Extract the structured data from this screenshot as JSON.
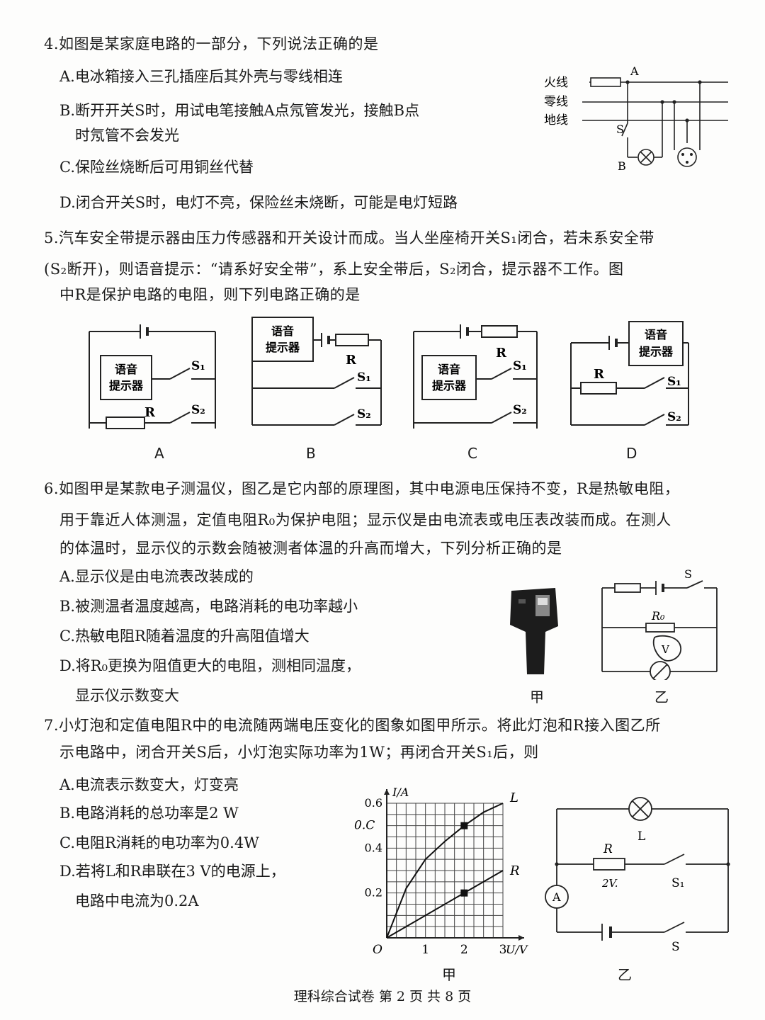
{
  "q4": {
    "stem": "4.如图是某家庭电路的一部分，下列说法正确的是",
    "options": [
      "A.电冰箱接入三孔插座后其外壳与零线相连",
      "B.断开开关S时，用试电笔接触A点氖管发光，接触B点",
      "时氖管不会发光",
      "C.保险丝烧断后可用铜丝代替",
      "D.闭合开关S时，电灯不亮，保险丝未烧断，可能是电灯短路"
    ],
    "diagram": {
      "live": "火线",
      "neutral": "零线",
      "ground": "地线",
      "point_a": "A",
      "point_b": "B",
      "switch": "S"
    }
  },
  "q5": {
    "lines": [
      "5.汽车安全带提示器由压力传感器和开关设计而成。当人坐座椅开关S₁闭合，若未系安全带",
      "(S₂断开)，则语音提示：“请系好安全带”，系上安全带后，S₂闭合，提示器不工作。图",
      "中R是保护电路的电阻，则下列电路正确的是"
    ],
    "device_line1": "语音",
    "device_line2": "提示器",
    "resistor": "R",
    "s1": "S₁",
    "s2": "S₂",
    "captions": [
      "A",
      "B",
      "C",
      "D"
    ]
  },
  "q6": {
    "lines": [
      "6.如图甲是某款电子测温仪，图乙是它内部的原理图，其中电源电压保持不变，R是热敏电阻，",
      "用于靠近人体测温，定值电阻R₀为保护电阻；显示仪是由电流表或电压表改装而成。在测人",
      "的体温时，显示仪的示数会随被测者体温的升高而增大，下列分析正确的是"
    ],
    "options": [
      "A.显示仪是由电流表改装成的",
      "B.被测温者温度越高，电路消耗的电功率越小",
      "C.热敏电阻R随着温度的升高阻值增大",
      "D.将R₀更换为阻值更大的电阻，测相同温度，",
      "显示仪示数变大"
    ],
    "fig_a": "甲",
    "fig_b": "乙",
    "r0": "R₀",
    "switch": "S",
    "voltmeter": "V"
  },
  "q7": {
    "lines": [
      "7.小灯泡和定值电阻R中的电流随两端电压变化的图象如图甲所示。将此灯泡和R接入图乙所",
      "示电路中，闭合开关S后，小灯泡实际功率为1W；再闭合开关S₁后，则"
    ],
    "options": [
      "A.电流表示数变大，灯变亮",
      "B.电路消耗的总功率是2 W",
      "C.电阻R消耗的电功率为0.4W",
      "D.若将L和R串联在3 V的电源上，",
      "电路中电流为0.2A"
    ],
    "fig_a": "甲",
    "fig_b": "乙",
    "lamp": "L",
    "resistor": "R",
    "ammeter": "A",
    "switch": "S",
    "switch1": "S₁",
    "handwritten_note": "2V.",
    "handwritten_axis": "0.C"
  },
  "chart_data": {
    "type": "line",
    "title": "",
    "xlabel": "U/V",
    "ylabel": "I/A",
    "origin_label": "O",
    "xlim": [
      0,
      3
    ],
    "ylim": [
      0,
      0.6
    ],
    "xticks": [
      "1",
      "2",
      "3"
    ],
    "yticks": [
      "0.2",
      "0.4",
      "0.6"
    ],
    "grid": true,
    "series": [
      {
        "name": "L",
        "x": [
          0,
          0.5,
          1,
          1.5,
          2,
          2.5,
          3
        ],
        "y": [
          0,
          0.22,
          0.35,
          0.43,
          0.5,
          0.56,
          0.6
        ]
      },
      {
        "name": "R",
        "x": [
          0,
          1,
          2,
          3
        ],
        "y": [
          0,
          0.1,
          0.2,
          0.3
        ]
      }
    ]
  },
  "footer": "理科综合试卷  第 2 页  共 8 页"
}
